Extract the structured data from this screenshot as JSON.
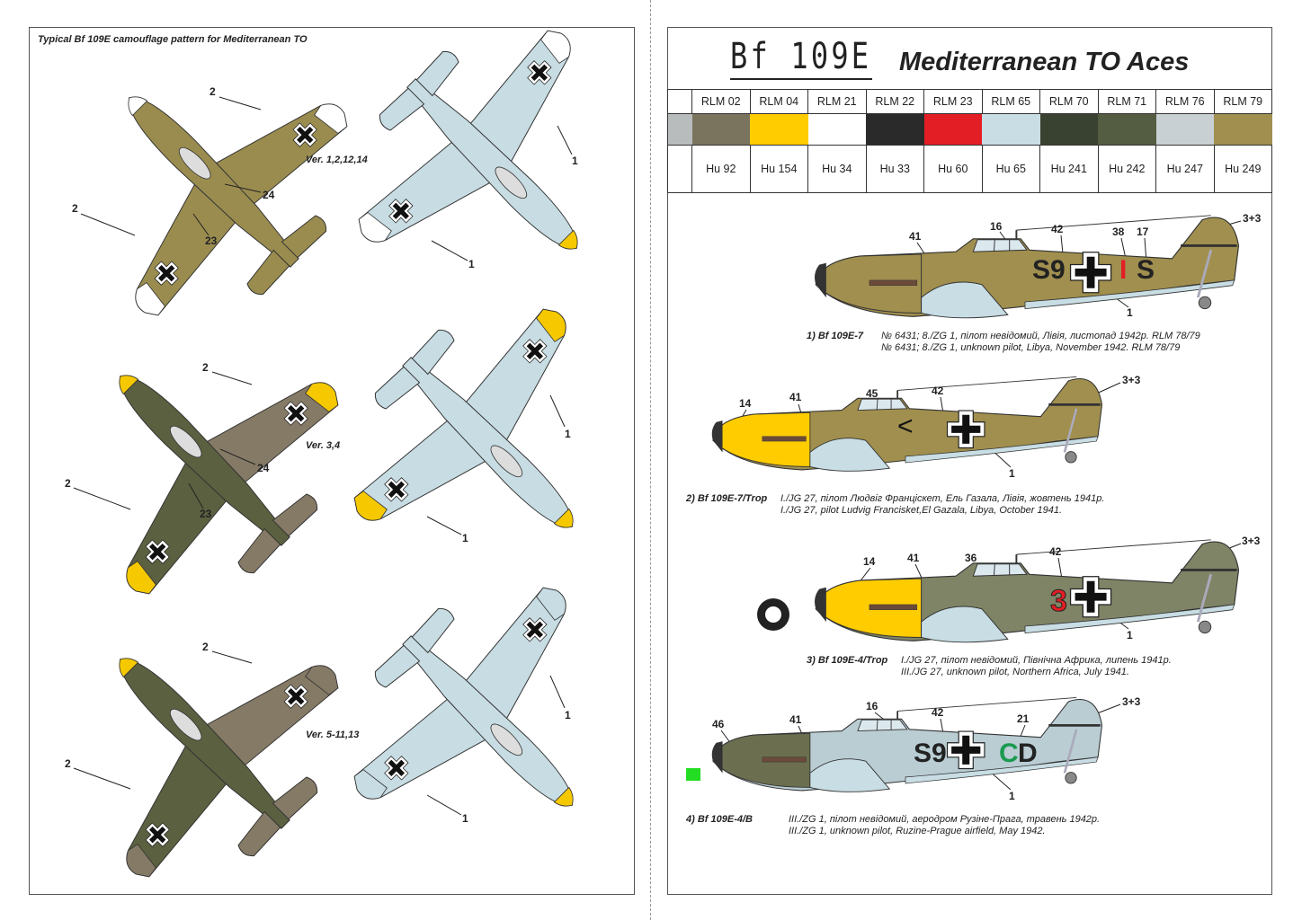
{
  "left_panel": {
    "title": "Typical Bf 109E camouflage pattern for Mediterranean TO",
    "versions": [
      {
        "label": "Ver. 1,2,12,14",
        "upper": "#9a8c4f",
        "upper2": "#9a8c4f",
        "tips": "#ffffff",
        "lower": "#c7dce3",
        "accent": "#f5c800"
      },
      {
        "label": "Ver. 3,4",
        "upper": "#5b6040",
        "upper2": "#857a66",
        "tips": "#f5c800",
        "lower": "#c7dce3",
        "accent": "#f5c800"
      },
      {
        "label": "Ver. 5-11,13",
        "upper": "#5b6040",
        "upper2": "#857a66",
        "tips": "#857a66",
        "lower": "#c7dce3",
        "accent": "#f5c800"
      }
    ],
    "callouts": {
      "r1": [
        "2",
        "2",
        "24",
        "23",
        "1",
        "1"
      ],
      "r2": [
        "2",
        "2",
        "24",
        "23",
        "1",
        "1"
      ],
      "r3": [
        "2",
        "2",
        "1",
        "1"
      ]
    }
  },
  "header": {
    "logo": "Bf 109E",
    "title": "Mediterranean TO Aces"
  },
  "colors": [
    {
      "rlm": "RLM 02",
      "hu": "Hu 92",
      "hex": "#7a735e"
    },
    {
      "rlm": "RLM 04",
      "hu": "Hu 154",
      "hex": "#ffcc00"
    },
    {
      "rlm": "RLM 21",
      "hu": "Hu 34",
      "hex": "#ffffff"
    },
    {
      "rlm": "RLM 22",
      "hu": "Hu 33",
      "hex": "#2a2a2a"
    },
    {
      "rlm": "RLM 23",
      "hu": "Hu 60",
      "hex": "#e31e24"
    },
    {
      "rlm": "RLM 65",
      "hu": "Hu 65",
      "hex": "#c8dde4"
    },
    {
      "rlm": "RLM 70",
      "hu": "Hu 241",
      "hex": "#394130"
    },
    {
      "rlm": "RLM 71",
      "hu": "Hu 242",
      "hex": "#545c41"
    },
    {
      "rlm": "RLM 76",
      "hu": "Hu 247",
      "hex": "#c9d0d3"
    },
    {
      "rlm": "RLM 79",
      "hu": "Hu 249",
      "hex": "#a08f4e"
    }
  ],
  "profiles": [
    {
      "model": "1) Bf 109E-7",
      "line_ua": "№ 6431; 8./ZG 1, пілот невідомий, Лівія, листопад 1942р. RLM 78/79",
      "line_en": "№ 6431; 8./ZG 1, unknown pilot, Libya, November 1942. RLM 78/79",
      "code_left": "S9",
      "code_right": "S",
      "code_mid": "I",
      "callouts": [
        "41",
        "16",
        "42",
        "38",
        "17",
        "3+3",
        "1"
      ],
      "body": "#a08f4e",
      "nose": "#a08f4e",
      "belly": "#c8dde4"
    },
    {
      "model": "2) Bf 109E-7/Trop",
      "line_ua": "I./JG 27, пілот Людвіг Франціскет, Ель Газала, Лівія, жовтень 1941р.",
      "line_en": "I./JG 27, pilot Ludvig Francisket,El Gazala, Libya, October 1941.",
      "code_left": "<",
      "callouts": [
        "14",
        "41",
        "45",
        "42",
        "3+3",
        "1"
      ],
      "body": "#a08f4e",
      "nose": "#ffcc00",
      "belly": "#c8dde4"
    },
    {
      "model": "3) Bf 109E-4/Trop",
      "line_ua": "I./JG 27, пілот невідомий, Північна Африка, липень 1941р.",
      "line_en": "III./JG 27, unknown pilot, Northern Africa, July 1941.",
      "code_left": "3",
      "callouts": [
        "14",
        "41",
        "36",
        "42",
        "3+3",
        "1"
      ],
      "body": "#7f8466",
      "nose": "#ffcc00",
      "belly": "#c8dde4"
    },
    {
      "model": "4) Bf 109E-4/B",
      "line_ua": "III./ZG 1, пілот невідомий, аеродром Рузіне-Прага, травень 1942р.",
      "line_en": "III./ZG 1, unknown pilot, Ruzine-Prague airfield, May 1942.",
      "code_left": "S9",
      "code_right": "D",
      "code_mid": "C",
      "callouts": [
        "46",
        "41",
        "16",
        "42",
        "21",
        "3+3",
        "1"
      ],
      "body": "#b9cdd3",
      "nose": "#6b6f50",
      "belly": "#c8dde4"
    }
  ]
}
